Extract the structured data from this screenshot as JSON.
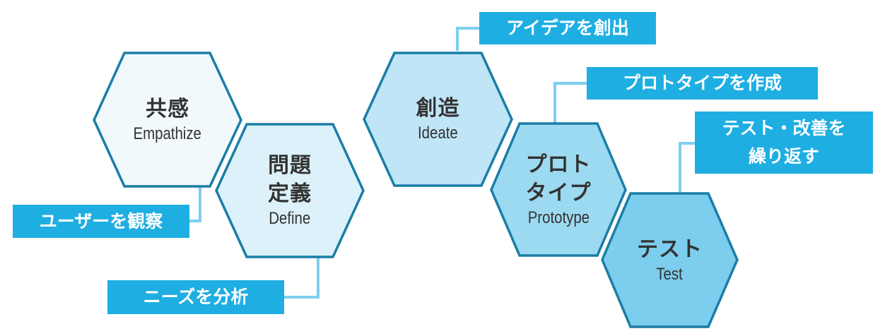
{
  "colors": {
    "stroke": "#1a7ea6",
    "label_bg": "#1eaee2",
    "connector": "#7ecff0",
    "text": "#333333",
    "fills": [
      "#f1f9fd",
      "#dcf1fa",
      "#bfe5f6",
      "#9cdaf1",
      "#7ccdee"
    ]
  },
  "steps": [
    {
      "jp": "共感",
      "en": "Empathize",
      "note": "ユーザーを観察"
    },
    {
      "jp": "問題定義",
      "jp_lines": [
        "問題",
        "定義"
      ],
      "en": "Define",
      "note": "ニーズを分析"
    },
    {
      "jp": "創造",
      "en": "Ideate",
      "note": "アイデアを創出"
    },
    {
      "jp": "プロトタイプ",
      "jp_lines": [
        "プロト",
        "タイプ"
      ],
      "en": "Prototype",
      "note": "プロトタイプを作成"
    },
    {
      "jp": "テスト",
      "en": "Test",
      "note": "テスト・改善を繰り返す",
      "note_lines": [
        "テスト・改善を",
        "繰り返す"
      ]
    }
  ]
}
